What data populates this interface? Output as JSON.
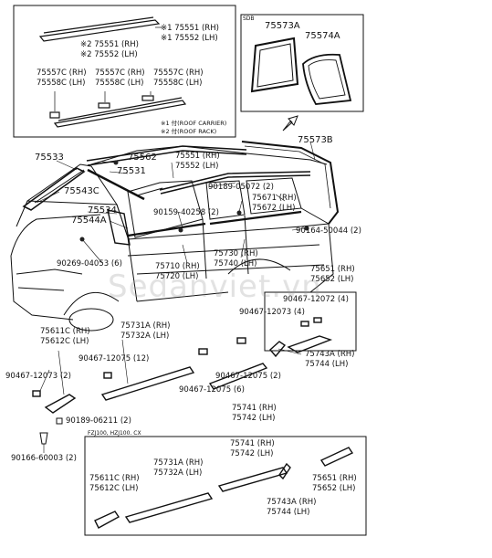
{
  "labels": {
    "p75551_top": "※1 75551 (RH)",
    "p75552_top": "※1 75552 (LH)",
    "p75551_2": "※2 75551 (RH)",
    "p75552_2": "※2 75552 (LH)",
    "p75557c_a": "75557C (RH)",
    "p75558c_a": "75558C (LH)",
    "p75557c_b": "75557C (RH)",
    "p75558c_b": "75558C (LH)",
    "p75557c_c": "75557C (RH)",
    "p75558c_c": "75558C (LH)",
    "note1": "※1 付(ROOF CARRIER)",
    "note2": "※2 付(ROOF RACK)",
    "sdb": "SDB",
    "p75573a": "75573A",
    "p75574a": "75574A",
    "p75573b": "75573B",
    "p75533": "75533",
    "p75562": "75562",
    "p75531": "75531",
    "p75551_m": "75551 (RH)",
    "p75552_m": "75552 (LH)",
    "p75543c": "75543C",
    "p90189_05072": "90189-05072 (2)",
    "p75671": "75671 (RH)",
    "p75672": "75672 (LH)",
    "p75534": "75534",
    "p75544a": "75544A",
    "p90159": "90159-40258 (2)",
    "p90164": "90164-50044 (2)",
    "p90269": "90269-04053 (6)",
    "p75730": "75730 (RH)",
    "p75740": "75740 (LH)",
    "p75710": "75710 (RH)",
    "p75720": "75720 (LH)",
    "p75651_m": "75651 (RH)",
    "p75652_m": "75652 (LH)",
    "p90467_12072": "90467-12072 (4)",
    "p90467_12073_r": "90467-12073 (4)",
    "p75611c_m": "75611C (RH)",
    "p75612c_m": "75612C (LH)",
    "p75731a_m": "75731A (RH)",
    "p75732a_m": "75732A (LH)",
    "p75743a_m": "75743A (RH)",
    "p75744_m": "75744 (LH)",
    "p90467_12075_12": "90467-12075 (12)",
    "p90467_12073_l": "90467-12073 (2)",
    "p90467_12075_2": "90467-12075 (2)",
    "p90467_12075_6": "90467-12075 (6)",
    "p75741_m": "75741 (RH)",
    "p75742_m": "75742 (LH)",
    "p90189_06211": "90189-06211 (2)",
    "p90166": "90166-60003 (2)",
    "fj": "FZJ100, HZJ100. CX",
    "p75741_b": "75741 (RH)",
    "p75742_b": "75742 (LH)",
    "p75731a_b": "75731A (RH)",
    "p75732a_b": "75732A (LH)",
    "p75611c_b": "75611C (RH)",
    "p75612c_b": "75612C (LH)",
    "p75651_b": "75651 (RH)",
    "p75652_b": "75652 (LH)",
    "p75743a_b": "75743A (RH)",
    "p75744_b": "75744 (LH)"
  },
  "watermark": "Sedanviet.vn"
}
